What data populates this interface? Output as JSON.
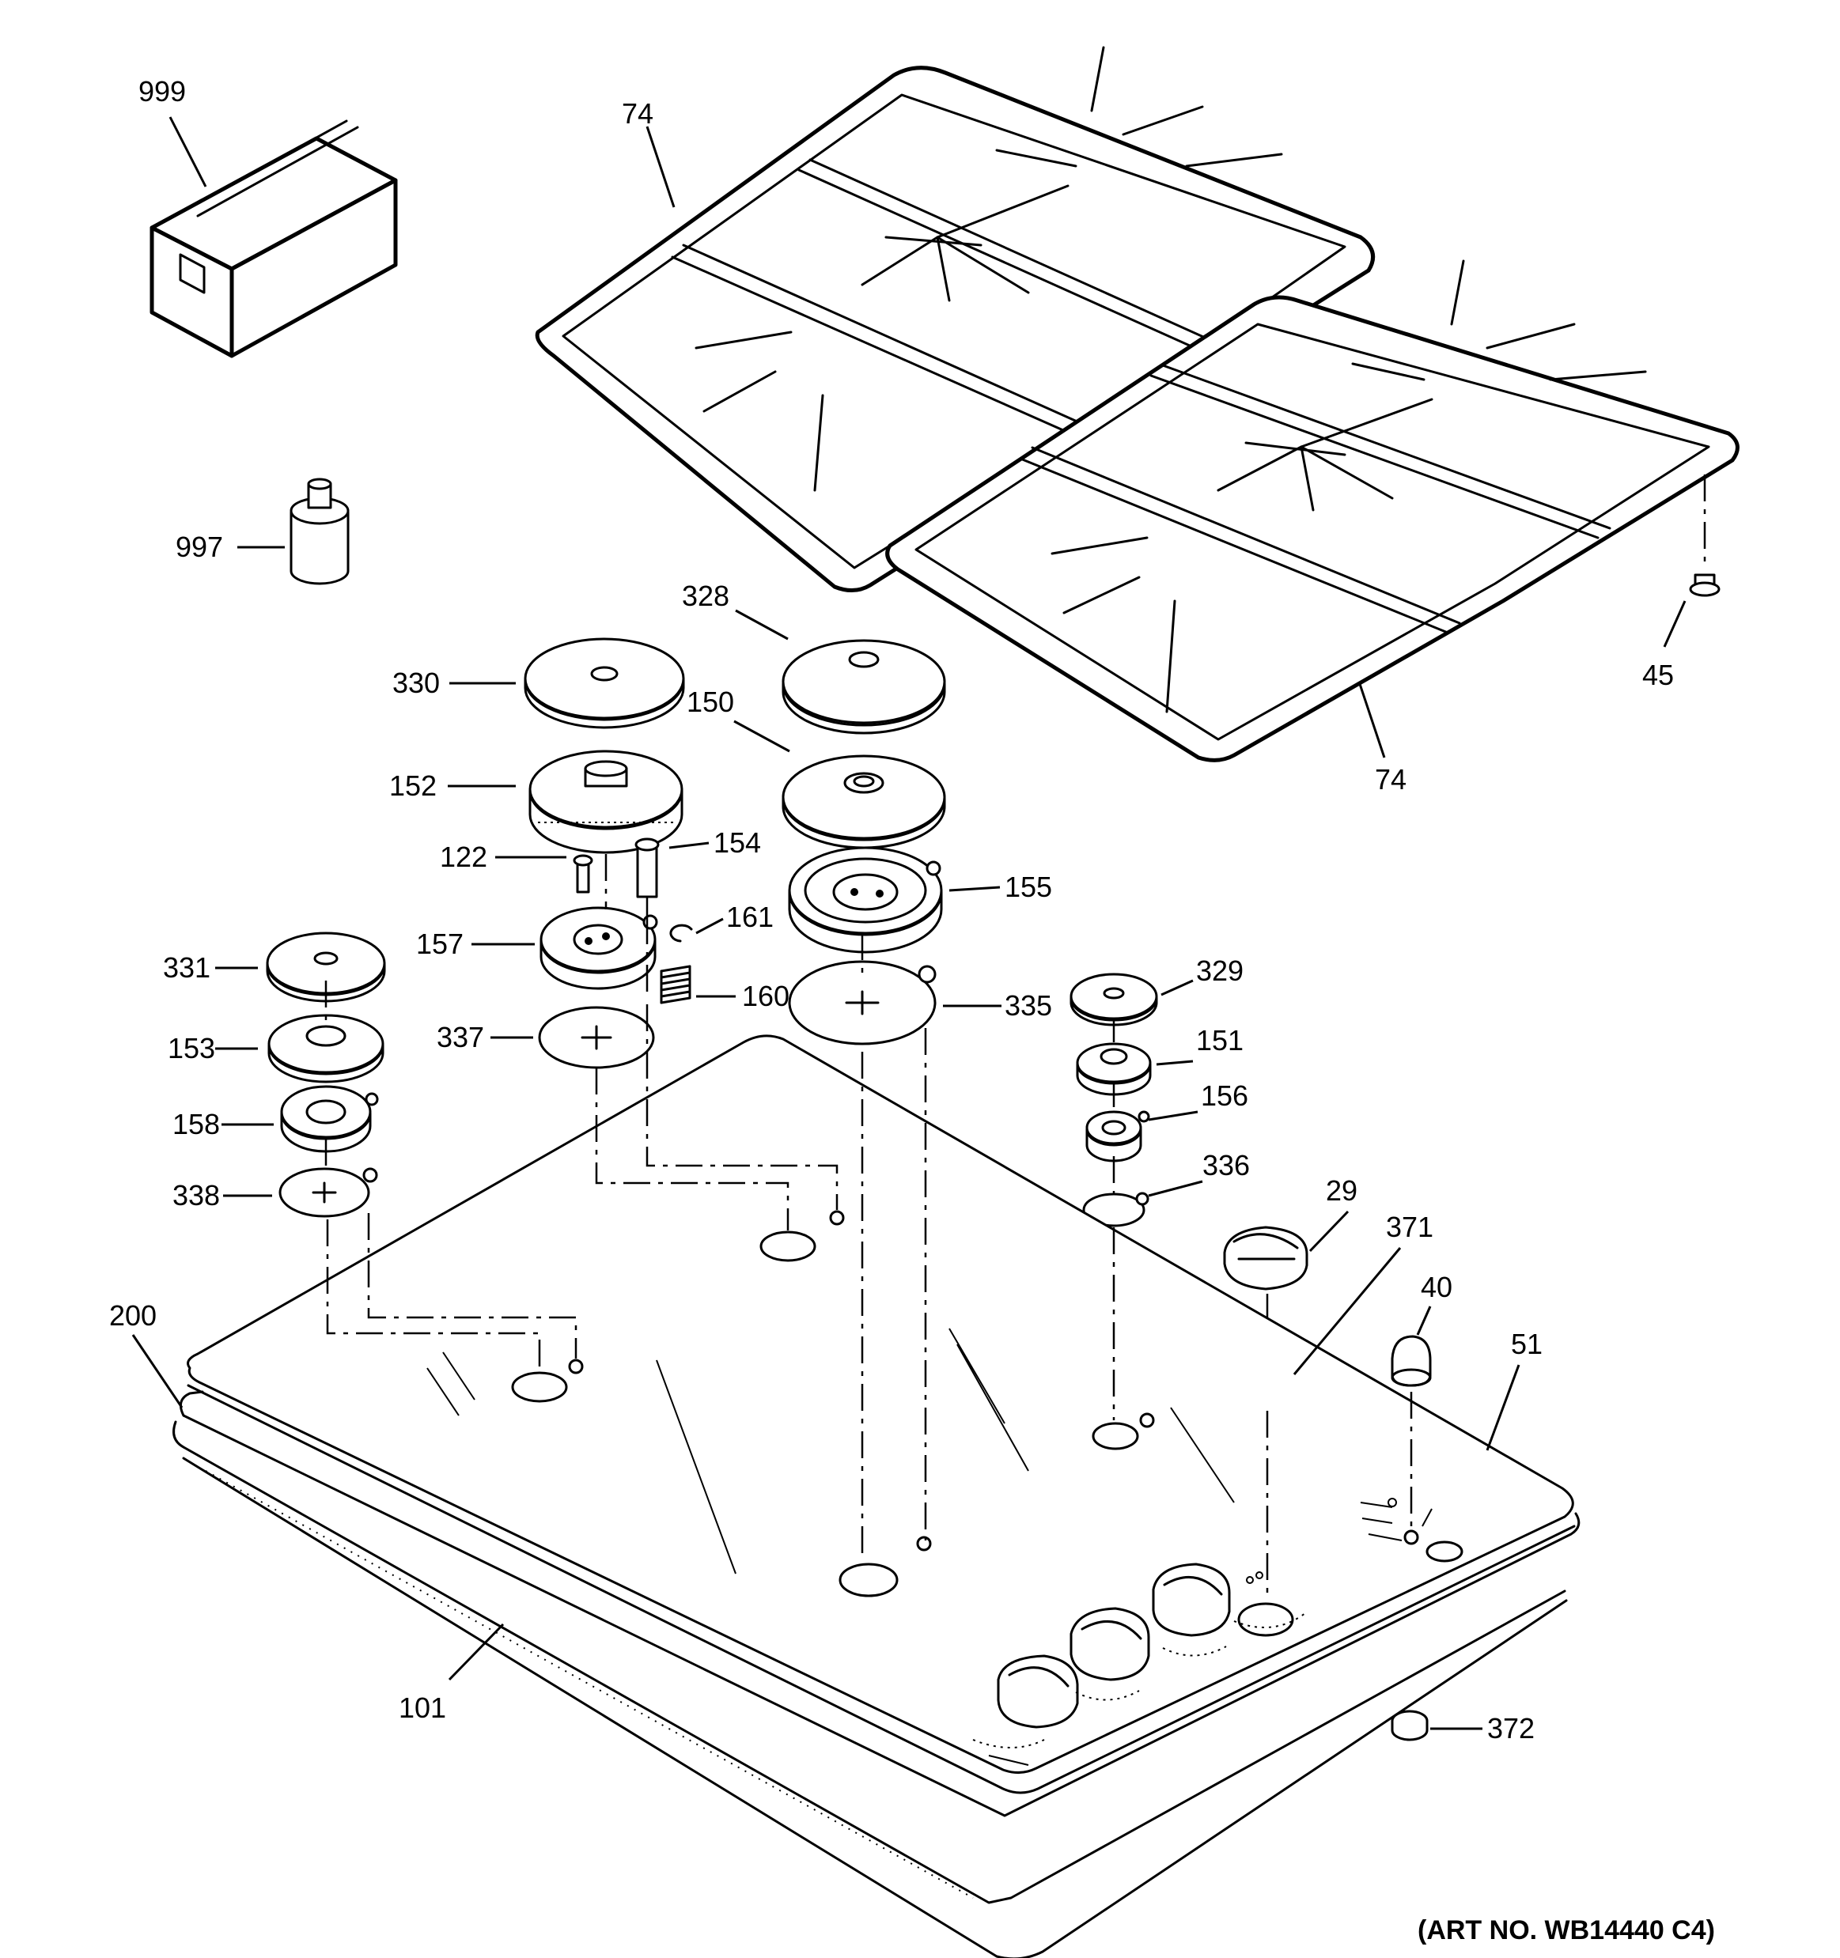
{
  "callouts": {
    "c999": "999",
    "c997": "997",
    "c74a": "74",
    "c74b": "74",
    "c45": "45",
    "c328": "328",
    "c330": "330",
    "c150": "150",
    "c152": "152",
    "c154": "154",
    "c122": "122",
    "c155": "155",
    "c157": "157",
    "c161": "161",
    "c331": "331",
    "c160": "160",
    "c337": "337",
    "c335": "335",
    "c153": "153",
    "c158": "158",
    "c338": "338",
    "c329": "329",
    "c151": "151",
    "c156": "156",
    "c336": "336",
    "c29": "29",
    "c371": "371",
    "c40": "40",
    "c200": "200",
    "c51": "51",
    "c101": "101",
    "c372": "372"
  },
  "art_number": "(ART NO. WB14440 C4)"
}
